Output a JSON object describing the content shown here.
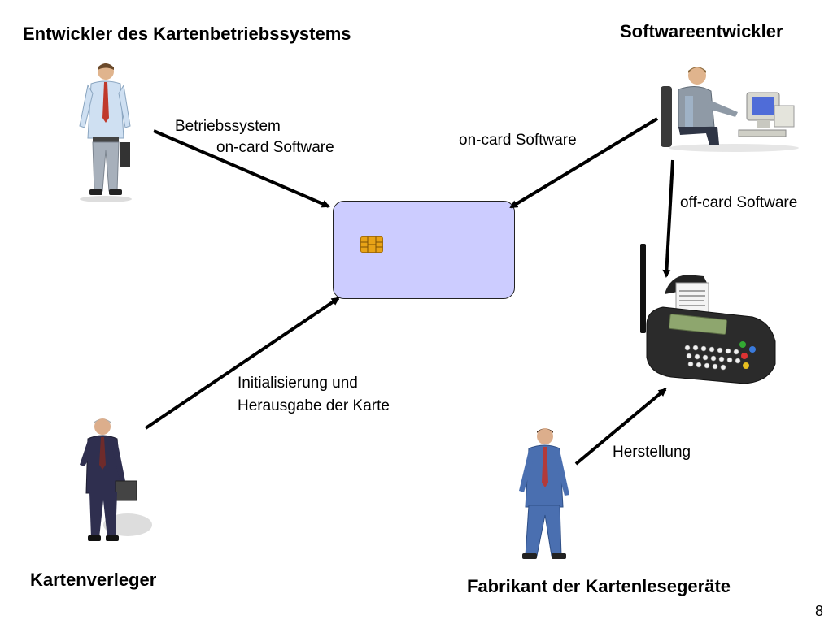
{
  "roles": {
    "os_developer": "Entwickler des Kartenbetriebssystems",
    "software_developer": "Softwareentwickler",
    "card_issuer": "Kartenverleger",
    "reader_manufacturer": "Fabrikant der Kartenlesegeräte"
  },
  "flows": {
    "os_to_card_line1": "Betriebssystem",
    "os_to_card_line2": "on-card Software",
    "dev_to_card": "on-card Software",
    "dev_to_terminal": "off-card Software",
    "issuer_to_card_line1": "Initialisierung und",
    "issuer_to_card_line2": "Herausgabe der Karte",
    "manufacturer_to_terminal": "Herstellung"
  },
  "page_number": "8",
  "colors": {
    "card_fill": "#ccccff",
    "card_border": "#222222",
    "chip": "#e8a317",
    "arrow": "#000000"
  },
  "icons": {
    "card": "smart-card-icon",
    "chip": "chip-contact-icon",
    "terminal": "card-terminal-icon",
    "computer": "computer-workstation-icon"
  }
}
